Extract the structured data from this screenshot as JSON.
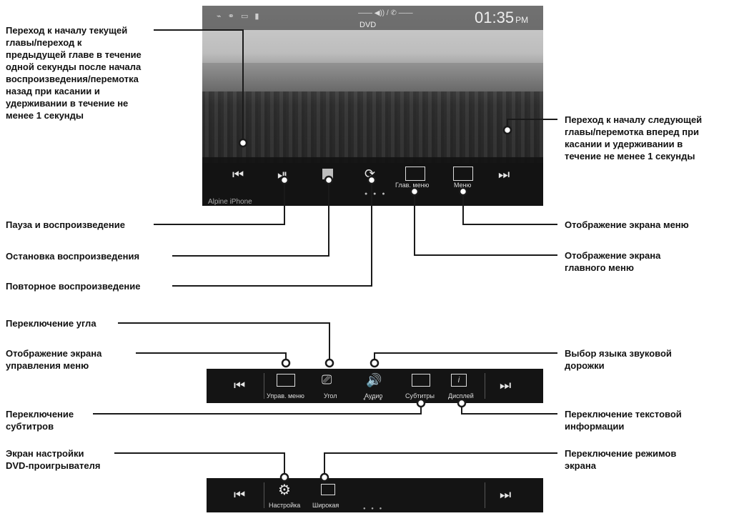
{
  "screen": {
    "source": "DVD",
    "time": "01:35",
    "ampm": "PM",
    "device": "Alpine iPhone",
    "labels": {
      "top_menu": "Глав. меню",
      "menu": "Меню"
    }
  },
  "bar2": {
    "labels": {
      "menu_control": "Управ. меню",
      "angle": "Угол",
      "audio": "Аудио",
      "subtitles": "Субтитры",
      "display": "Дисплей"
    },
    "display_glyph": "i"
  },
  "bar3": {
    "labels": {
      "setup": "Настройка",
      "wide": "Широкая"
    }
  },
  "callouts": {
    "prev": "Переход к началу текущей\nглавы/переход к\nпредыдущей главе в течение\nодной секунды после начала\nвоспроизведения/перемотка\nназад при касании и\nудерживании в течение не\nменее 1 секунды",
    "next": "Переход к началу следующей\nглавы/перемотка вперед при\nкасании и удерживании в\nтечение не менее 1 секунды",
    "pause_play": "Пауза и воспроизведение",
    "stop": "Остановка воспроизведения",
    "repeat": "Повторное воспроизведение",
    "menu": "Отображение экрана меню",
    "top_menu": "Отображение экрана\nглавного меню",
    "angle": "Переключение угла",
    "menu_control": "Отображение экрана\nуправления меню",
    "audio": "Выбор языка звуковой\nдорожки",
    "subtitles": "Переключение\nсубтитров",
    "info": "Переключение текстовой\nинформации",
    "setup": "Экран настройки\nDVD-проигрывателя",
    "screen_mode": "Переключение режимов\nэкрана"
  }
}
